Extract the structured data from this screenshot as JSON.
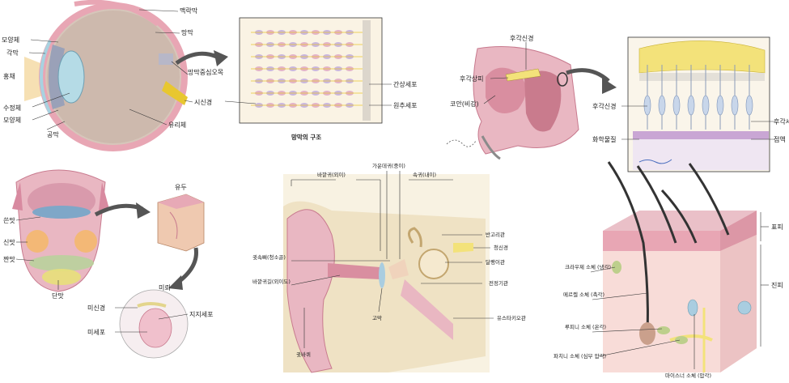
{
  "colors": {
    "skin_pink": "#e9b7c2",
    "tissue_pink": "#d98ea0",
    "nerve_yellow": "#f3e27a",
    "retina_blue": "#a9cde0",
    "bone_beige": "#efe2c4",
    "arrow_gray": "#555555"
  },
  "eye": {
    "labels": {
      "choroid": "맥락막",
      "retina": "망막",
      "ciliary_body_top": "모양체",
      "cornea": "각막",
      "iris": "홍채",
      "lens": "수정체",
      "ciliary_body_bottom": "모양체",
      "pupil": "공막",
      "fovea": "망막중심오목",
      "optic_nerve": "시신경",
      "vitreous": "유리체"
    }
  },
  "retina_detail": {
    "caption": "망막의 구조",
    "labels": {
      "rod": "간상세포",
      "cone": "원추세포",
      "optic_nerve": "시신경"
    }
  },
  "nose": {
    "labels": {
      "olfactory_nerve_top": "후각신경",
      "olfactory_epithelium": "후각상피",
      "nasal_cavity": "코안(비강)"
    }
  },
  "olfactory_detail": {
    "labels": {
      "olfactory_nerve": "후각신경",
      "olfactory_cell": "후각세포",
      "chemical": "화학물질",
      "mucus": "점액"
    }
  },
  "tongue": {
    "labels": {
      "bitter": "쓴맛",
      "sour": "신맛",
      "salty": "짠맛",
      "sweet": "단맛"
    }
  },
  "papilla": {
    "labels": {
      "papilla": "유두",
      "taste_bud": "미뢰",
      "taste_nerve": "미신경",
      "support_cell": "지지세포",
      "taste_hair": "미세포"
    }
  },
  "ear": {
    "labels": {
      "middle_ear": "가운데귀(중이)",
      "outer_ear": "바깥귀(외이)",
      "inner_ear": "속귀(내이)",
      "semicircular": "반고리관",
      "auditory_nerve": "청신경",
      "ossicles": "귓속뼈(청소골)",
      "cochlea": "달팽이관",
      "ear_canal": "바깥귀길(외이도)",
      "vestibule": "전정기관",
      "eardrum": "고막",
      "eustachian": "유스타키오관",
      "auricle": "귓바퀴"
    }
  },
  "skin": {
    "labels": {
      "epidermis": "표피",
      "dermis": "진피",
      "krause": "크라우제 소체 (냉각)",
      "meissner_touch": "메르켈 소체 (촉각)",
      "ruffini": "루피니 소체 (온각)",
      "pacinian": "파치니 소체 (심부 압각)",
      "meissner_pressure": "마이스너 소체 (압각)"
    }
  }
}
